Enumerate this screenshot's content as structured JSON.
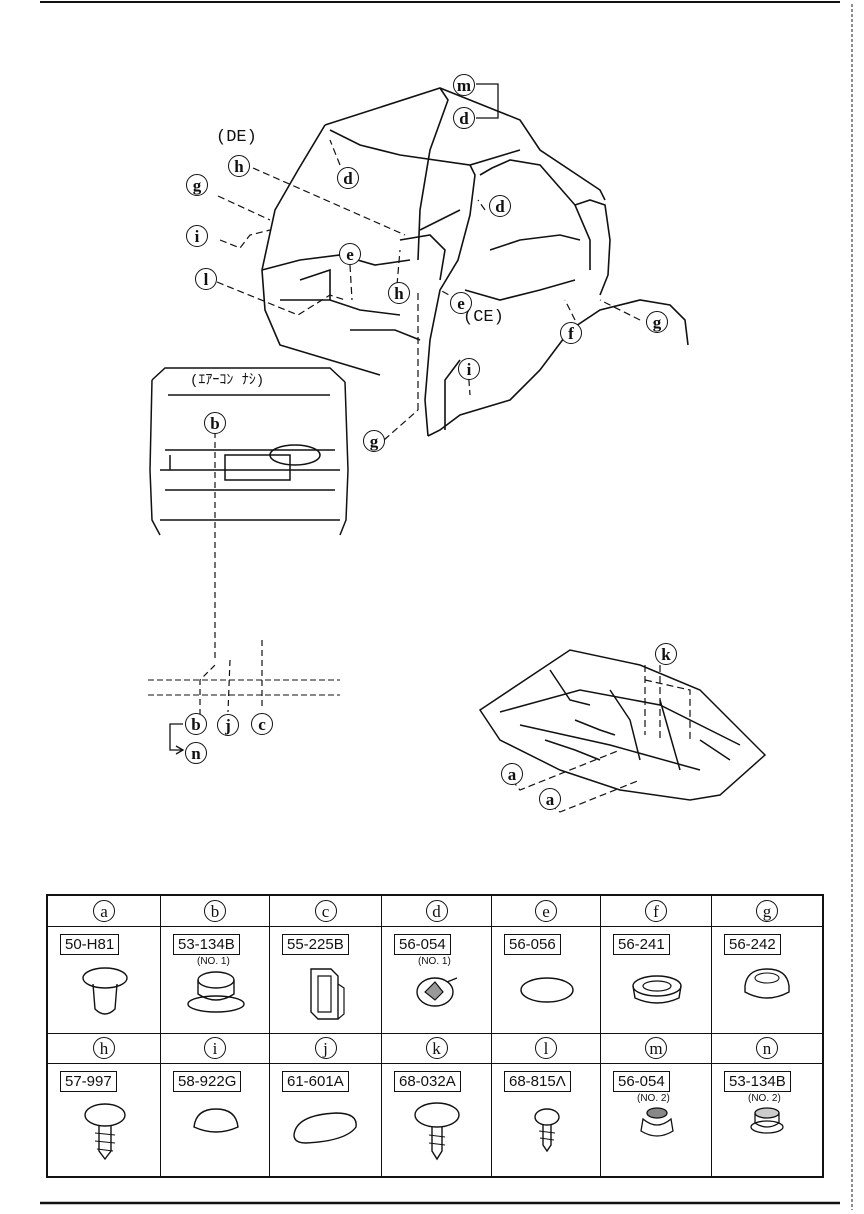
{
  "diagram": {
    "labels": {
      "de": "(DE)",
      "ce": "(CE)",
      "aircon": "(ｴｱｰｺﾝ ﾅｼ)"
    },
    "callouts": {
      "m": "m",
      "d": "d",
      "h": "h",
      "g": "g",
      "i": "i",
      "e": "e",
      "l": "l",
      "f": "f",
      "b": "b",
      "j": "j",
      "c": "c",
      "n": "n",
      "k": "k",
      "a": "a"
    }
  },
  "parts_table": {
    "cells": [
      {
        "letter": "a",
        "part_no": "50-H81",
        "note": ""
      },
      {
        "letter": "b",
        "part_no": "53-134B",
        "note": "(NO. 1)"
      },
      {
        "letter": "c",
        "part_no": "55-225B",
        "note": ""
      },
      {
        "letter": "d",
        "part_no": "56-054",
        "note": "(NO. 1)"
      },
      {
        "letter": "e",
        "part_no": "56-056",
        "note": ""
      },
      {
        "letter": "f",
        "part_no": "56-241",
        "note": ""
      },
      {
        "letter": "g",
        "part_no": "56-242",
        "note": ""
      },
      {
        "letter": "h",
        "part_no": "57-997",
        "note": ""
      },
      {
        "letter": "i",
        "part_no": "58-922G",
        "note": ""
      },
      {
        "letter": "j",
        "part_no": "61-601A",
        "note": ""
      },
      {
        "letter": "k",
        "part_no": "68-032A",
        "note": ""
      },
      {
        "letter": "l",
        "part_no": "68-815Λ",
        "note": ""
      },
      {
        "letter": "m",
        "part_no": "56-054",
        "note": "(NO. 2)"
      },
      {
        "letter": "n",
        "part_no": "53-134B",
        "note": "(NO. 2)"
      }
    ]
  }
}
